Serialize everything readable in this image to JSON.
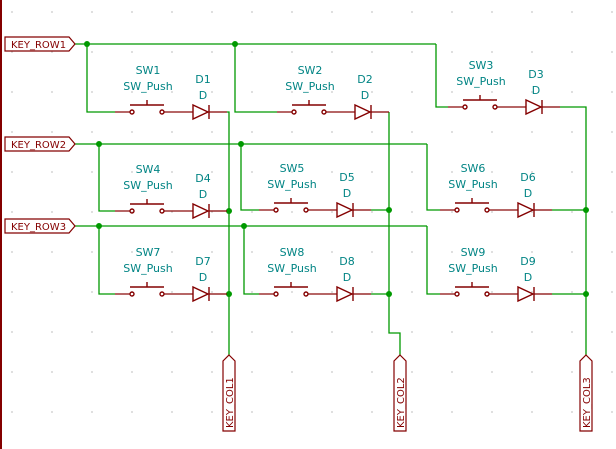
{
  "row_labels": [
    "KEY_ROW1",
    "KEY_ROW2",
    "KEY_ROW3"
  ],
  "col_labels": [
    "KEY_COL1",
    "KEY_COL2",
    "KEY_COL3"
  ],
  "cells": [
    {
      "sw": "SW1",
      "sw_value": "SW_Push",
      "diode": "D1",
      "diode_value": "D"
    },
    {
      "sw": "SW2",
      "sw_value": "SW_Push",
      "diode": "D2",
      "diode_value": "D"
    },
    {
      "sw": "SW3",
      "sw_value": "SW_Push",
      "diode": "D3",
      "diode_value": "D"
    },
    {
      "sw": "SW4",
      "sw_value": "SW_Push",
      "diode": "D4",
      "diode_value": "D"
    },
    {
      "sw": "SW5",
      "sw_value": "SW_Push",
      "diode": "D5",
      "diode_value": "D"
    },
    {
      "sw": "SW6",
      "sw_value": "SW_Push",
      "diode": "D6",
      "diode_value": "D"
    },
    {
      "sw": "SW7",
      "sw_value": "SW_Push",
      "diode": "D7",
      "diode_value": "D"
    },
    {
      "sw": "SW8",
      "sw_value": "SW_Push",
      "diode": "D8",
      "diode_value": "D"
    },
    {
      "sw": "SW9",
      "sw_value": "SW_Push",
      "diode": "D9",
      "diode_value": "D"
    }
  ],
  "colors": {
    "wire": "#009900",
    "component": "#840000",
    "reference_text": "#008484",
    "label": "#840000",
    "grid_dot": "#c9c9c9"
  }
}
